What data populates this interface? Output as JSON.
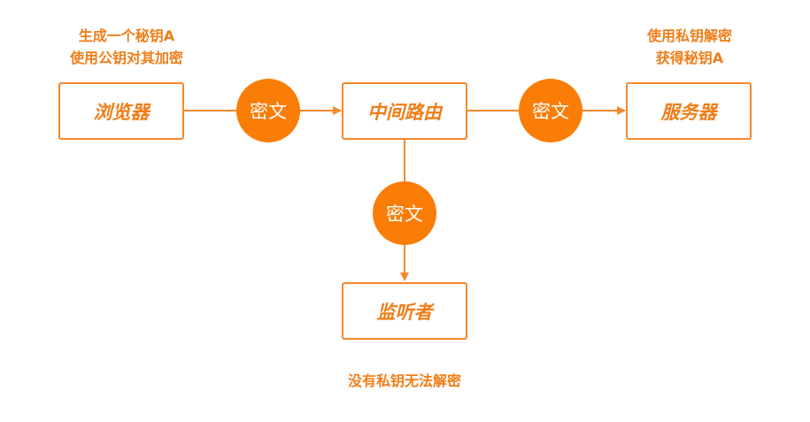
{
  "nodes": {
    "browser": "浏览器",
    "router": "中间路由",
    "server": "服务器",
    "listener": "监听者"
  },
  "ciphertext_label": "密文",
  "notes": {
    "browser_line1": "生成一个秘钥A",
    "browser_line2": "使用公钥对其加密",
    "server_line1": "使用私钥解密",
    "server_line2": "获得秘钥A",
    "listener": "没有私钥无法解密"
  },
  "colors": {
    "accent": "#fa7d08",
    "line": "#f5882b",
    "text": "#f07d17"
  }
}
